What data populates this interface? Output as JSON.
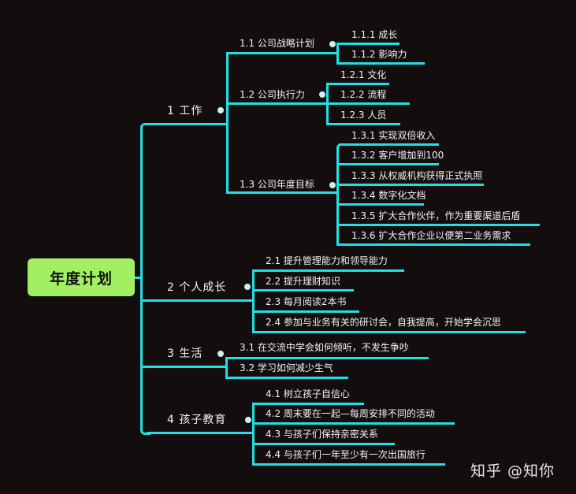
{
  "root": {
    "label": "年度计划",
    "color": "#a3ef62"
  },
  "line_color": "#1fe0e6",
  "branches": [
    {
      "label": "1 工作",
      "children": [
        {
          "label": "1.1 公司战略计划",
          "children": [
            "1.1.1 成长",
            "1.1.2  影响力"
          ]
        },
        {
          "label": "1.2 公司执行力",
          "children": [
            "1.2.1 文化",
            "1.2.2  流程",
            "1.2.3 人员"
          ]
        },
        {
          "label": "1.3 公司年度目标",
          "children": [
            "1.3.1  实现双倍收入",
            "1.3.2 客户增加到100",
            "1.3.3 从权威机构获得正式执照",
            "1.3.4 数字化文档",
            "1.3.5 扩大合作伙伴，作为重要渠道后盾",
            "1.3.6 扩大合作企业以便第二业务需求"
          ]
        }
      ]
    },
    {
      "label": "2 个人成长",
      "children": [
        "2.1 提升管理能力和领导能力",
        "2.2 提升理财知识",
        "2.3 每月阅读2本书",
        "2.4 参加与业务有关的研讨会，自我提高，开始学会沉思"
      ]
    },
    {
      "label": "3 生活",
      "children": [
        "3.1 在交流中学会如何倾听，不发生争吵",
        "3.2 学习如何减少生气"
      ]
    },
    {
      "label": "4 孩子教育",
      "children": [
        "4.1 树立孩子自信心",
        "4.2 周末要在一起—每周安排不同的活动",
        "4.3 与孩子们保持亲密关系",
        "4.4 与孩子们一年至少有一次出国旅行"
      ]
    }
  ],
  "watermark": "知乎 @知你"
}
